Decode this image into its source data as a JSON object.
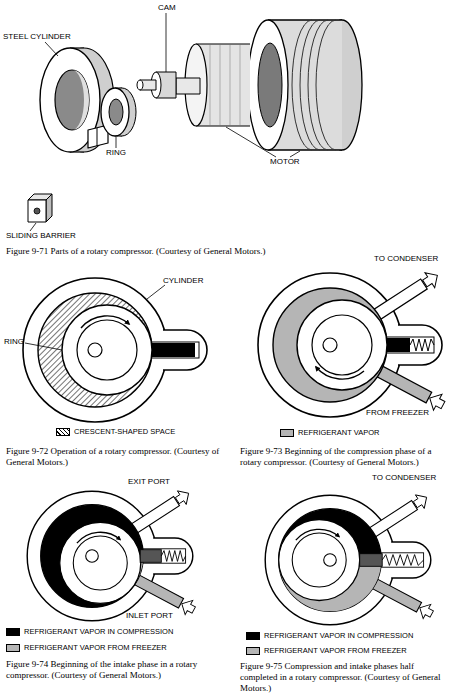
{
  "diagram": {
    "labels": [
      "CAM",
      "STEEL CYLINDER",
      "RING",
      "MOTOR",
      "SLIDING BARRIER",
      "Figure 9-71 Parts of a rotary compressor. (Courtesy of General Motors.)",
      "CYLINDER",
      "RING",
      "TO CONDENSER",
      "FROM FREEZER",
      "Figure 9-72 Operation of a rotary compressor. (Courtesy of General Motors.)",
      "Figure 9-73 Beginning of the compression phase of a rotary compressor. (Courtesy of General Motors.)",
      "EXIT PORT",
      "TO CONDENSER",
      "INLET PORT",
      "Figure 9-74 Beginning of the intake phase in a rotary compressor. (Courtesy of General Motors.)",
      "Figure 9-75 Compression and intake phases half completed in a rotary compressor. (Courtesy of General Motors.)"
    ],
    "legend": [
      {
        "text": "CRESCENT-SHAPED SPACE"
      },
      {
        "text": "REFRIGERANT VAPOR",
        "color": "#b5b5b5"
      },
      {
        "text": "REFRIGERANT VAPOR IN COMPRESSION",
        "color": "#000000"
      },
      {
        "text": "REFRIGERANT VAPOR FROM FREEZER",
        "color": "#b5b5b5"
      },
      {
        "text": "REFRIGERANT VAPOR IN COMPRESSION",
        "color": "#000000"
      },
      {
        "text": "REFRIGERANT VAPOR FROM FREEZER",
        "color": "#b5b5b5"
      }
    ]
  }
}
